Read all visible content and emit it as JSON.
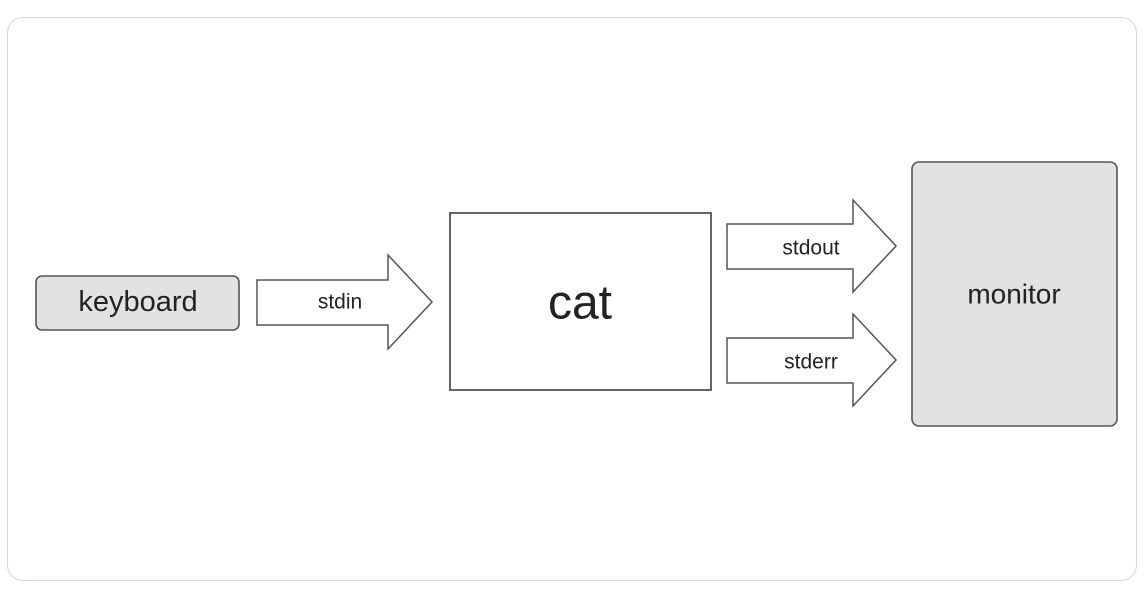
{
  "diagram": {
    "nodes": {
      "keyboard": "keyboard",
      "cat": "cat",
      "monitor": "monitor"
    },
    "edges": {
      "stdin": "stdin",
      "stdout": "stdout",
      "stderr": "stderr"
    }
  }
}
